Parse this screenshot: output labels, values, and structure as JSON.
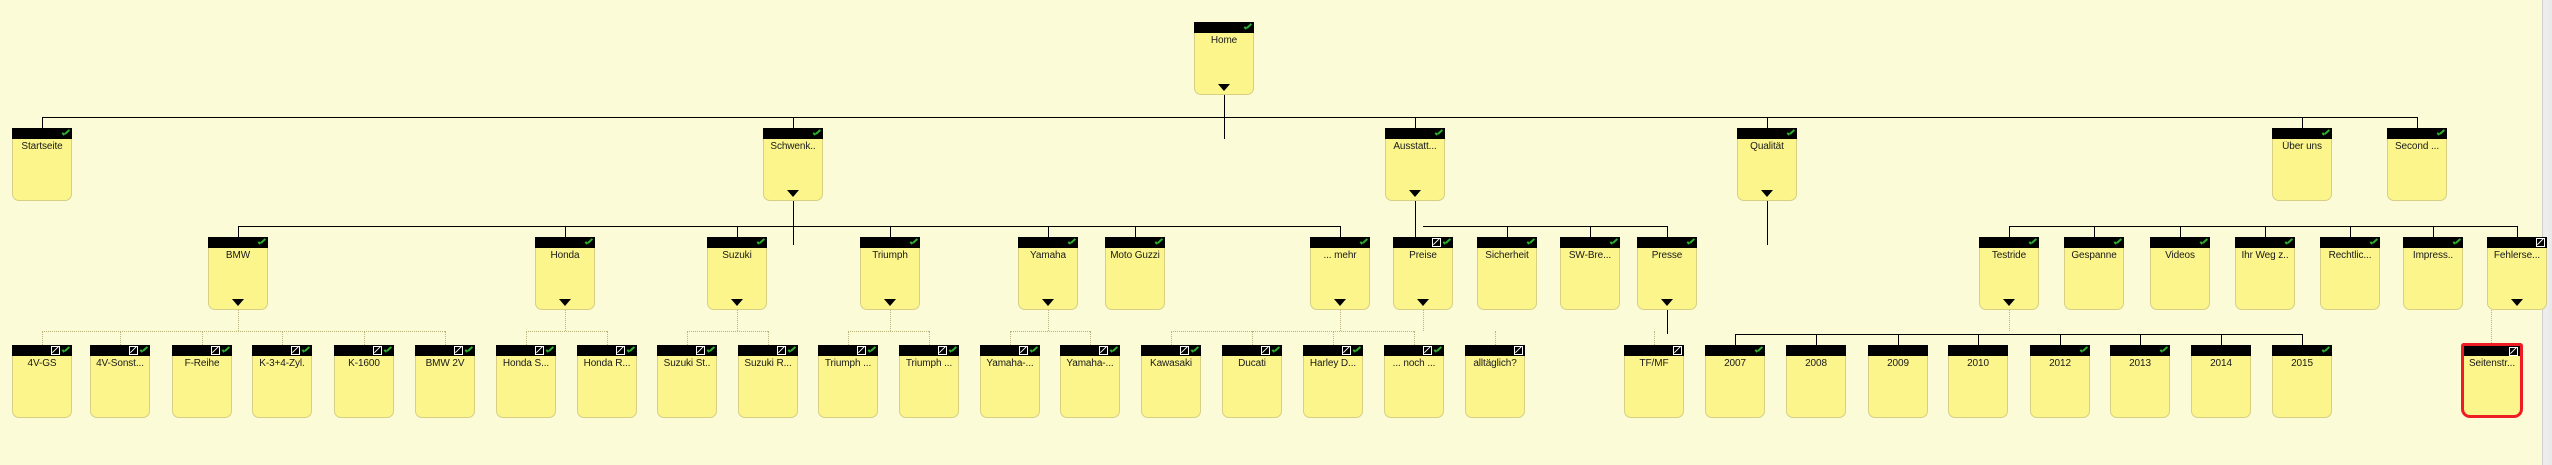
{
  "app": {
    "view": "sitemap-tree",
    "canvas_background": "#fbfbd7",
    "node_fill": "#fbf58c",
    "node_header": "#000000",
    "check_color": "#2fb22f",
    "selection_color": "#ee1c24"
  },
  "icons": {
    "check": "check-icon",
    "box": "no-index-icon"
  },
  "nodes": {
    "root": {
      "label": "Home",
      "icons": [
        "check"
      ]
    },
    "l1": [
      {
        "label": "Startseite",
        "icons": [
          "check"
        ]
      },
      {
        "label": "Schwenk..",
        "icons": [
          "check"
        ]
      },
      {
        "label": "Ausstatt...",
        "icons": [
          "check"
        ]
      },
      {
        "label": "Qualität",
        "icons": [
          "check"
        ]
      },
      {
        "label": "Über uns",
        "icons": [
          "check"
        ]
      },
      {
        "label": "Second ...",
        "icons": [
          "check"
        ]
      }
    ],
    "l2": [
      {
        "label": "BMW",
        "icons": [
          "check"
        ]
      },
      {
        "label": "Honda",
        "icons": [
          "check"
        ]
      },
      {
        "label": "Suzuki",
        "icons": [
          "check"
        ]
      },
      {
        "label": "Triumph",
        "icons": [
          "check"
        ]
      },
      {
        "label": "Yamaha",
        "icons": [
          "check"
        ]
      },
      {
        "label": "Moto Guzzi",
        "icons": [
          "check"
        ]
      },
      {
        "label": "... mehr",
        "icons": [
          "check"
        ]
      },
      {
        "label": "Preise",
        "icons": [
          "box",
          "check"
        ]
      },
      {
        "label": "Sicherheit",
        "icons": [
          "check"
        ]
      },
      {
        "label": "SW-Bre...",
        "icons": [
          "check"
        ]
      },
      {
        "label": "Presse",
        "icons": [
          "check"
        ]
      },
      {
        "label": "Testride",
        "icons": [
          "check"
        ]
      },
      {
        "label": "Gespanne",
        "icons": [
          "check"
        ]
      },
      {
        "label": "Videos",
        "icons": [
          "check"
        ]
      },
      {
        "label": "Ihr Weg z..",
        "icons": [
          "check"
        ]
      },
      {
        "label": "Rechtlic...",
        "icons": [
          "check"
        ]
      },
      {
        "label": "Impress..",
        "icons": [
          "check"
        ]
      },
      {
        "label": "Fehlerse...",
        "icons": [
          "box"
        ]
      }
    ],
    "l3": [
      {
        "label": "4V-GS",
        "icons": [
          "box",
          "check"
        ]
      },
      {
        "label": "4V-Sonst...",
        "icons": [
          "box",
          "check"
        ]
      },
      {
        "label": "F-Reihe",
        "icons": [
          "box",
          "check"
        ]
      },
      {
        "label": "K-3+4-Zyl.",
        "icons": [
          "box",
          "check"
        ]
      },
      {
        "label": "K-1600",
        "icons": [
          "box",
          "check"
        ]
      },
      {
        "label": "BMW 2V",
        "icons": [
          "box",
          "check"
        ]
      },
      {
        "label": "Honda S...",
        "icons": [
          "box",
          "check"
        ]
      },
      {
        "label": "Honda R...",
        "icons": [
          "box",
          "check"
        ]
      },
      {
        "label": "Suzuki St..",
        "icons": [
          "box",
          "check"
        ]
      },
      {
        "label": "Suzuki R...",
        "icons": [
          "box",
          "check"
        ]
      },
      {
        "label": "Triumph ...",
        "icons": [
          "box",
          "check"
        ]
      },
      {
        "label": "Triumph ...",
        "icons": [
          "box",
          "check"
        ]
      },
      {
        "label": "Yamaha-...",
        "icons": [
          "box",
          "check"
        ]
      },
      {
        "label": "Yamaha-...",
        "icons": [
          "box",
          "check"
        ]
      },
      {
        "label": "Kawasaki",
        "icons": [
          "box",
          "check"
        ]
      },
      {
        "label": "Ducati",
        "icons": [
          "box",
          "check"
        ]
      },
      {
        "label": "Harley D...",
        "icons": [
          "box",
          "check"
        ]
      },
      {
        "label": "... noch ...",
        "icons": [
          "box",
          "check"
        ]
      },
      {
        "label": "alltäglich?",
        "icons": [
          "box"
        ]
      },
      {
        "label": "TF/MF",
        "icons": [
          "box"
        ]
      },
      {
        "label": "2007",
        "icons": [
          "check"
        ]
      },
      {
        "label": "2008",
        "icons": []
      },
      {
        "label": "2009",
        "icons": []
      },
      {
        "label": "2010",
        "icons": []
      },
      {
        "label": "2012",
        "icons": [
          "check"
        ]
      },
      {
        "label": "2013",
        "icons": [
          "check"
        ]
      },
      {
        "label": "2014",
        "icons": []
      },
      {
        "label": "2015",
        "icons": [
          "check"
        ]
      },
      {
        "label": "Seitenstr...",
        "icons": [
          "box"
        ],
        "selected": true
      }
    ]
  }
}
